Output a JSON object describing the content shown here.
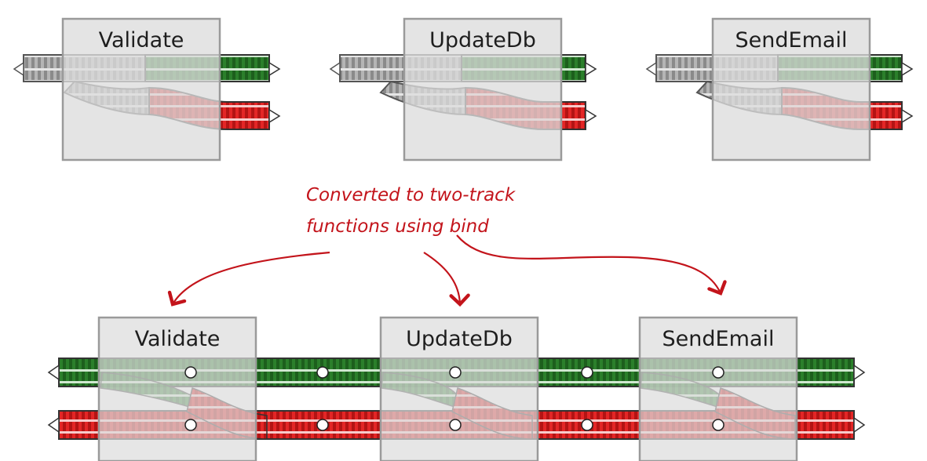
{
  "top_row": {
    "boxes": [
      {
        "label": "Validate"
      },
      {
        "label": "UpdateDb"
      },
      {
        "label": "SendEmail"
      }
    ]
  },
  "annotation": {
    "line1": "Converted to two-track",
    "line2": "functions using bind"
  },
  "bottom_row": {
    "boxes": [
      {
        "label": "Validate"
      },
      {
        "label": "UpdateDb"
      },
      {
        "label": "SendEmail"
      }
    ]
  },
  "colors": {
    "success_track": "#2e8b2e",
    "failure_track": "#e02424",
    "box_fill": "#e2e2e2",
    "box_border": "#9a9a9a",
    "annotation": "#c3141b"
  }
}
